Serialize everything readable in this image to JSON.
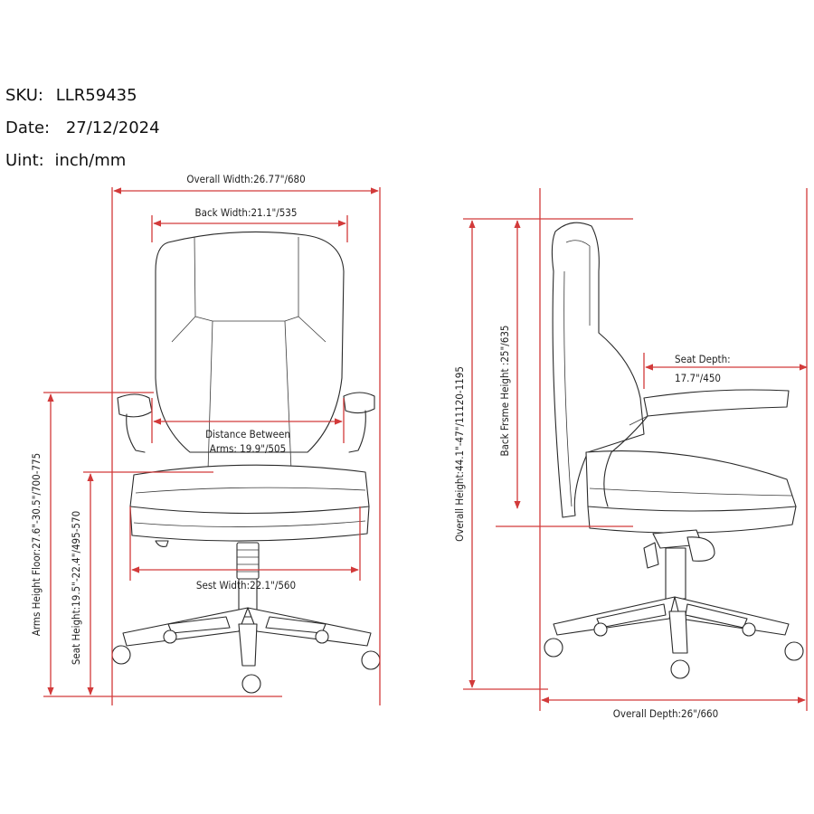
{
  "header": {
    "sku_label": "SKU:",
    "sku_value": "LLR59435",
    "date_label": "Date:",
    "date_value": "27/12/2024",
    "unit_label": "Uint:",
    "unit_value": "inch/mm"
  },
  "front_view": {
    "overall_width": "Overall Width:26.77\"/680",
    "back_width": "Back Width:21.1\"/535",
    "distance_between_line1": "Distance Between",
    "distance_between_line2": "Arms:  19.9\"/505",
    "seat_width": "Sest Width:22.1\"/560",
    "arms_height": "Arms Height Floor:27.6\"-30.5\"/700-775",
    "seat_height": "Seat Height:19.5\"-22.4\"/495-570"
  },
  "side_view": {
    "seat_depth_line1": "Seat Depth:",
    "seat_depth_line2": "17.7\"/450",
    "back_frame_height": "Back Frsme Height :25\"/635",
    "overall_height": "Overall Height:44.1\"-47\"/11120-1195",
    "overall_depth": "Overall Depth:26\"/660"
  },
  "colors": {
    "dimension_line": "#d23a3a",
    "drawing_ink": "#2a2a2a"
  }
}
